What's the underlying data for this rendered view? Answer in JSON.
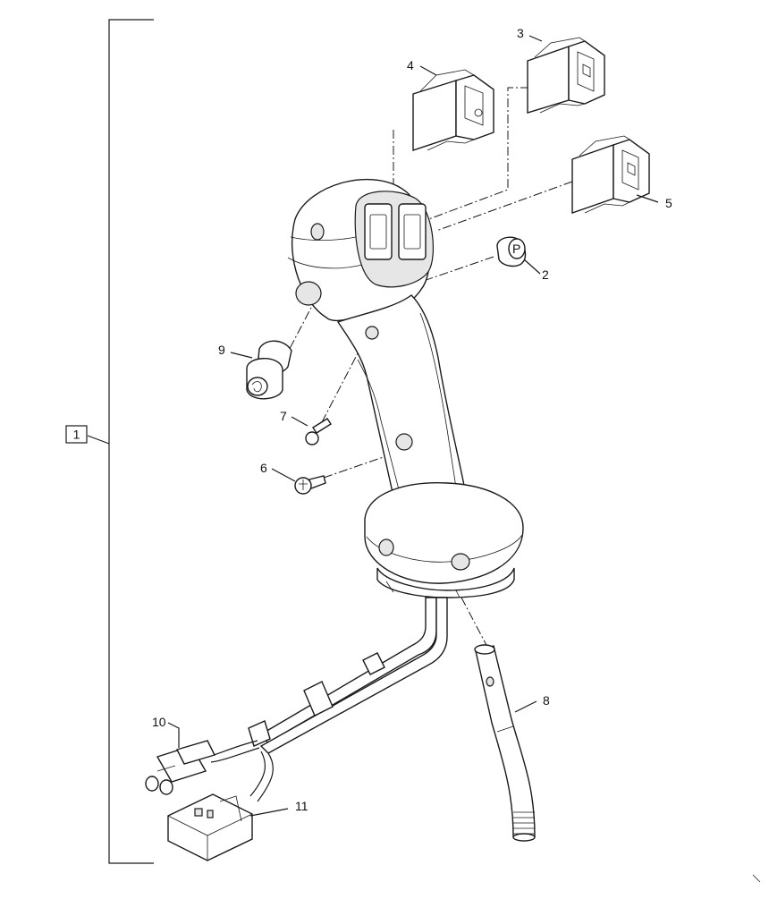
{
  "diagram": {
    "assembly_label": "1",
    "callouts": [
      {
        "id": "c2",
        "text": "2"
      },
      {
        "id": "c3",
        "text": "3"
      },
      {
        "id": "c4",
        "text": "4"
      },
      {
        "id": "c5",
        "text": "5"
      },
      {
        "id": "c6",
        "text": "6"
      },
      {
        "id": "c7",
        "text": "7"
      },
      {
        "id": "c8",
        "text": "8"
      },
      {
        "id": "c9",
        "text": "9"
      },
      {
        "id": "c10",
        "text": "10"
      },
      {
        "id": "c11",
        "text": "11"
      }
    ]
  }
}
